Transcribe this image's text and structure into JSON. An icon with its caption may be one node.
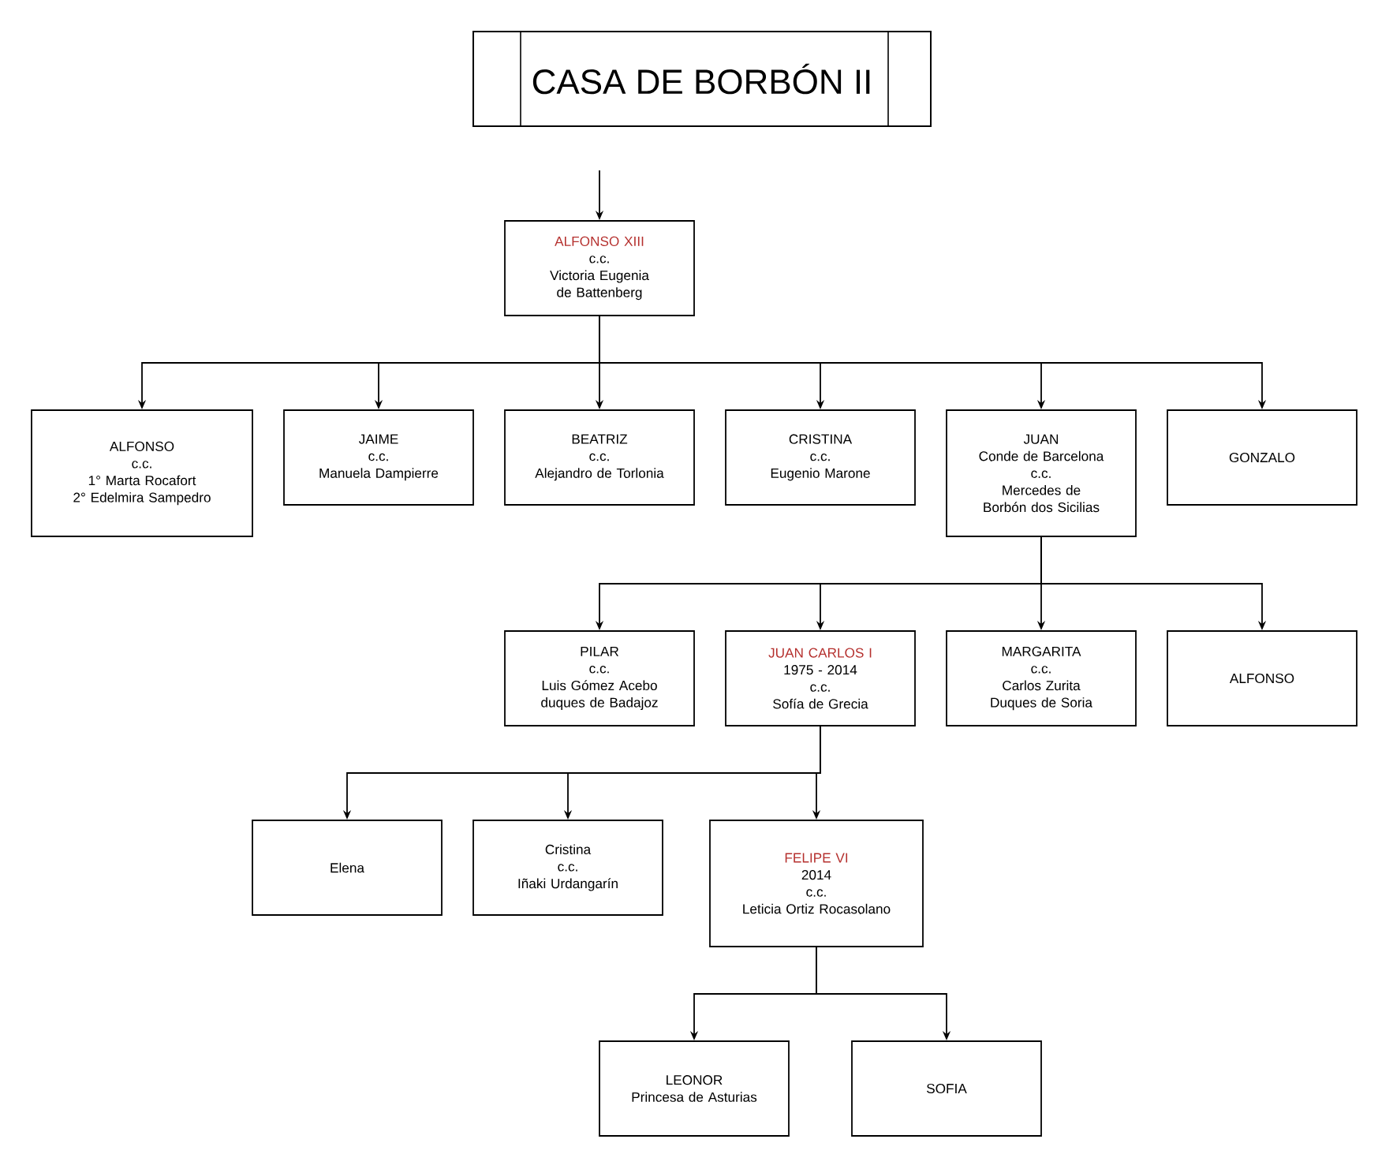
{
  "diagram": {
    "nodes": [
      {
        "text": [
          "CASA DE BORBÓN II"
        ]
      },
      {
        "text": [
          "ALFONSO XIII",
          "c.c.",
          "Victoria Eugenia de Battenberg"
        ]
      },
      {
        "text": [
          "ALFONSO",
          "c.c.",
          "1° Marta Rocafort",
          "2° Edelmira Sampedro"
        ]
      },
      {
        "text": [
          "JAIME",
          "c.c.",
          "Manuela Dampierre"
        ]
      },
      {
        "text": [
          "BEATRIZ",
          "c.c.",
          "Alejandro de Torlonia"
        ]
      },
      {
        "text": [
          "CRISTINA",
          "c.c.",
          "Eugenio Marone"
        ]
      },
      {
        "text": [
          "JUAN",
          "Conde de Barcelona",
          "c.c.",
          "Mercedes de Borbón dos Sicilias"
        ]
      },
      {
        "text": [
          "GONZALO"
        ]
      },
      {
        "text": [
          "PILAR",
          "c.c.",
          "Luis Gómez Acebo",
          "duques de Badajoz"
        ]
      },
      {
        "text": [
          "JUAN CARLOS I",
          "1975 - 2014",
          "c.c.",
          "Sofía de Grecia"
        ]
      },
      {
        "text": [
          "MARGARITA",
          "c.c.",
          "Carlos Zurita",
          "Duques de Soria"
        ]
      },
      {
        "text": [
          "ALFONSO"
        ]
      },
      {
        "text": [
          "Elena"
        ]
      },
      {
        "text": [
          "Cristina",
          "c.c.",
          "Iñaki Urdangarín"
        ]
      },
      {
        "text": [
          "FELIPE VI",
          "2014",
          "c.c.",
          "Leticia Ortiz Rocasolano"
        ]
      },
      {
        "text": [
          "LEONOR",
          "Princesa de Asturias"
        ]
      },
      {
        "text": [
          "SOFIA"
        ]
      }
    ],
    "edges": [
      {
        "from": null,
        "to": 1,
        "arrow": "to"
      },
      {
        "from": 1,
        "to": 2,
        "arrow": "to"
      },
      {
        "from": 1,
        "to": 3,
        "arrow": "to"
      },
      {
        "from": 1,
        "to": 4,
        "arrow": "to"
      },
      {
        "from": 1,
        "to": 5,
        "arrow": "to"
      },
      {
        "from": 1,
        "to": 6,
        "arrow": "to"
      },
      {
        "from": 1,
        "to": 7,
        "arrow": "to"
      },
      {
        "from": 6,
        "to": 8,
        "arrow": "to"
      },
      {
        "from": 6,
        "to": 9,
        "arrow": "to"
      },
      {
        "from": 6,
        "to": 10,
        "arrow": "to"
      },
      {
        "from": 6,
        "to": 11,
        "arrow": "to"
      },
      {
        "from": 9,
        "to": 12,
        "arrow": "to"
      },
      {
        "from": 9,
        "to": 13,
        "arrow": "to"
      },
      {
        "from": 9,
        "to": 14,
        "arrow": "to"
      },
      {
        "from": 14,
        "to": 15,
        "arrow": "to"
      },
      {
        "from": 14,
        "to": 16,
        "arrow": "to"
      }
    ]
  }
}
